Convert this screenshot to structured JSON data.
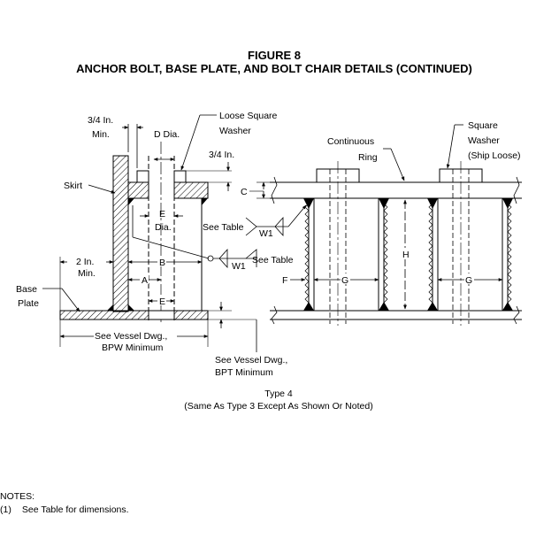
{
  "figure": {
    "title": "FIGURE 8",
    "subtitle": "ANCHOR BOLT, BASE PLATE, AND BOLT CHAIR DETAILS (CONTINUED)"
  },
  "labels": {
    "min_34_line1": "3/4 In.",
    "min_34_line2": "Min.",
    "loose_washer_line1": "Loose Square",
    "loose_washer_line2": "Washer",
    "d_dia": "D Dia.",
    "gap_34": "3/4 In.",
    "skirt": "Skirt",
    "c": "C",
    "e_dia_letter": "E",
    "e_dia_word": "Dia.",
    "see_table_1": "See Table",
    "w1_1": "W1",
    "see_table_2": "See Table",
    "w1_2": "W1",
    "min_2_line1": "2 In.",
    "min_2_line2": "Min.",
    "b": "B",
    "a": "A",
    "e": "E",
    "base_plate_line1": "Base",
    "base_plate_line2": "Plate",
    "bpw_line1": "See Vessel Dwg.,",
    "bpw_line2": "BPW Minimum",
    "bpt_line1": "See Vessel Dwg.,",
    "bpt_line2": "BPT Minimum",
    "continuous_ring_line1": "Continuous",
    "continuous_ring_line2": "Ring",
    "square_washer_line1": "Square",
    "square_washer_line2": "Washer",
    "square_washer_line3": "(Ship Loose)",
    "h": "H",
    "f": "F",
    "g_left": "G",
    "g_right": "G"
  },
  "caption": {
    "line1": "Type 4",
    "line2": "(Same As Type 3 Except As Shown Or Noted)"
  },
  "notes": {
    "heading": "NOTES:",
    "items": [
      {
        "num": "(1)",
        "text": "See Table for dimensions."
      }
    ]
  }
}
